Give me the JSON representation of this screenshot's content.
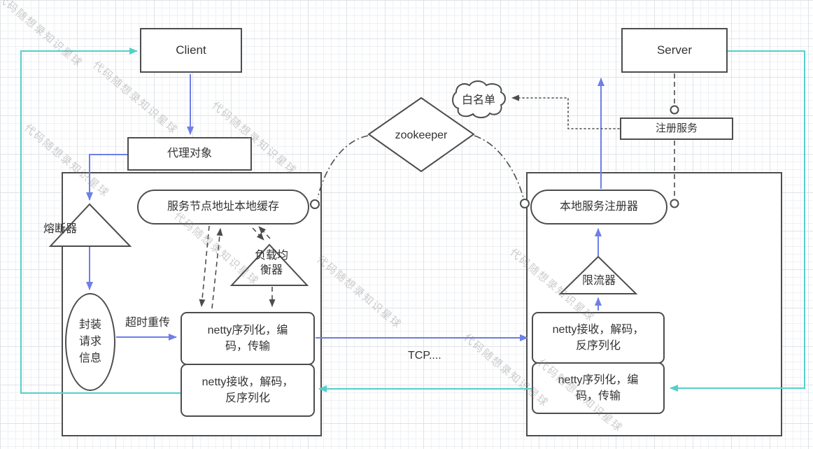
{
  "watermark": "代码随想录知识星球",
  "nodes": {
    "client": "Client",
    "server": "Server",
    "proxy": "代理对象",
    "register_service": "注册服务",
    "whitelist": "白名单",
    "zookeeper": "zookeeper",
    "local_cache": "服务节点地址本地缓存",
    "local_registry": "本地服务注册器",
    "circuit_breaker": "熔断器",
    "load_balancer": "负载均衡器",
    "rate_limiter": "限流器",
    "request_info": "封装请求信息",
    "client_netty_send": "netty序列化，编码，传输",
    "client_netty_recv": "netty接收，解码，反序列化",
    "server_netty_recv": "netty接收，解码，反序列化",
    "server_netty_send": "netty序列化，编码，传输"
  },
  "edge_labels": {
    "timeout_retry": "超时重传",
    "tcp": "TCP...."
  },
  "colors": {
    "request_arrow": "#6e7fe8",
    "response_arrow": "#55cfca",
    "line": "#4d4d4d"
  }
}
